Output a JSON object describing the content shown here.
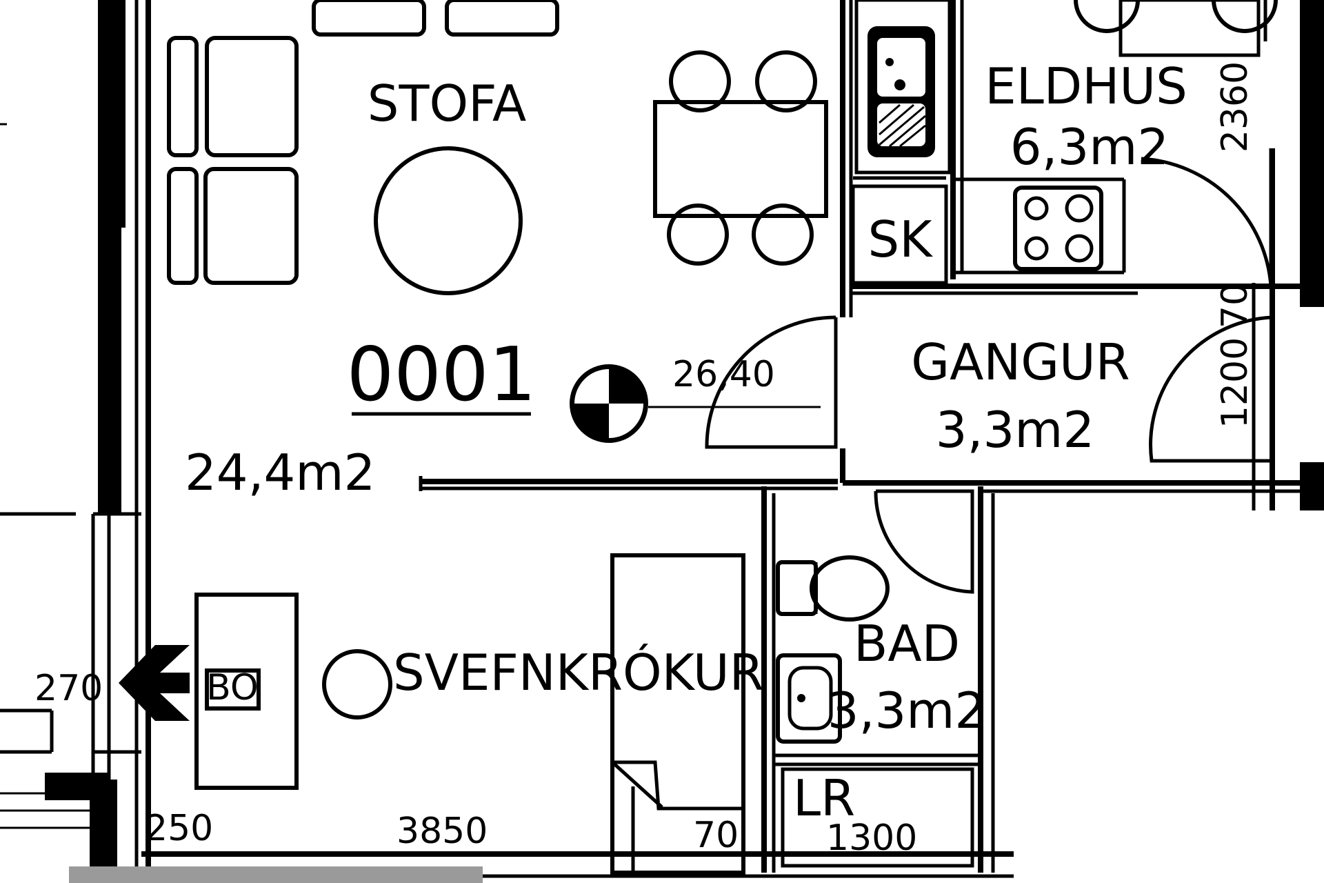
{
  "rooms": {
    "stofa": {
      "name": "STOFA",
      "area": "24,4m2"
    },
    "eldhus": {
      "name": "ELDHUS",
      "area": "6,3m2"
    },
    "gangur": {
      "name": "GANGUR",
      "area": "3,3m2"
    },
    "bad": {
      "name": "BAD",
      "area": "3,3m2"
    },
    "svefnkrokur": {
      "name": "SVEFNKRÓKUR"
    }
  },
  "labels": {
    "unit_number": "0001",
    "sk": "SK",
    "bo": "BO",
    "lr": "LR",
    "elevation": "26,40"
  },
  "dimensions": {
    "d2360": "2360",
    "d1200": "1200",
    "d70_right": "70",
    "d270": "270",
    "d250": "250",
    "d3850": "3850",
    "d70_bottom": "70",
    "d1300": "1300"
  },
  "colors": {
    "ink": "#000000",
    "paper": "#ffffff",
    "edge_shadow": "#9a9a9a"
  }
}
